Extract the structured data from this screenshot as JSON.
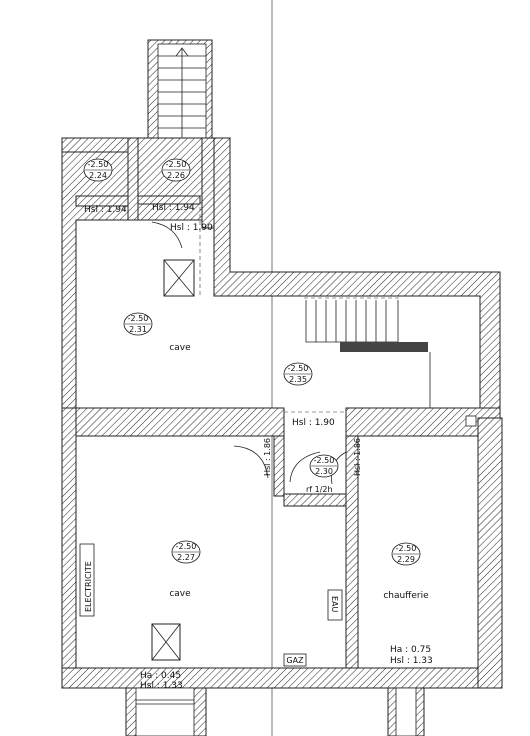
{
  "floor_plan": {
    "rooms": [
      {
        "id": "cave-top",
        "name": "cave",
        "level_top": "-2.50",
        "level_bottom": "2.31"
      },
      {
        "id": "cave-bottom",
        "name": "cave",
        "level_top": "-2.50",
        "level_bottom": "2.27"
      },
      {
        "id": "chaufferie",
        "name": "chaufferie",
        "level_top": "-2.50",
        "level_bottom": "2.29"
      },
      {
        "id": "hall",
        "name": "",
        "level_top": "-2.50",
        "level_bottom": "2.35"
      },
      {
        "id": "closet-left",
        "name": "",
        "level_top": "-2.50",
        "level_bottom": "2.24"
      },
      {
        "id": "closet-right",
        "name": "",
        "level_top": "-2.50",
        "level_bottom": "2.26"
      },
      {
        "id": "sas",
        "name": "",
        "level_top": "-2.50",
        "level_bottom": "2.30"
      }
    ],
    "annotations": {
      "hsl_194_left": "Hsl : 1.94",
      "hsl_194_right": "Hsl : 1.94",
      "hsl_190_top": "Hsl : 1.90",
      "hsl_190_mid": "Hsl : 1.90",
      "hsl_186_left": "Hsl : 1.86",
      "hsl_186_right": "Hsl : 1.86",
      "rf": "rf 1/2h",
      "window_left_ha": "Ha : 0.45",
      "window_left_hsl": "Hsl : 1.33",
      "window_right_ha": "Ha : 0.75",
      "window_right_hsl": "Hsl : 1.33"
    },
    "equipment_labels": {
      "electricite": "ELECTRICITE",
      "eau": "EAU",
      "gaz": "GAZ"
    }
  }
}
